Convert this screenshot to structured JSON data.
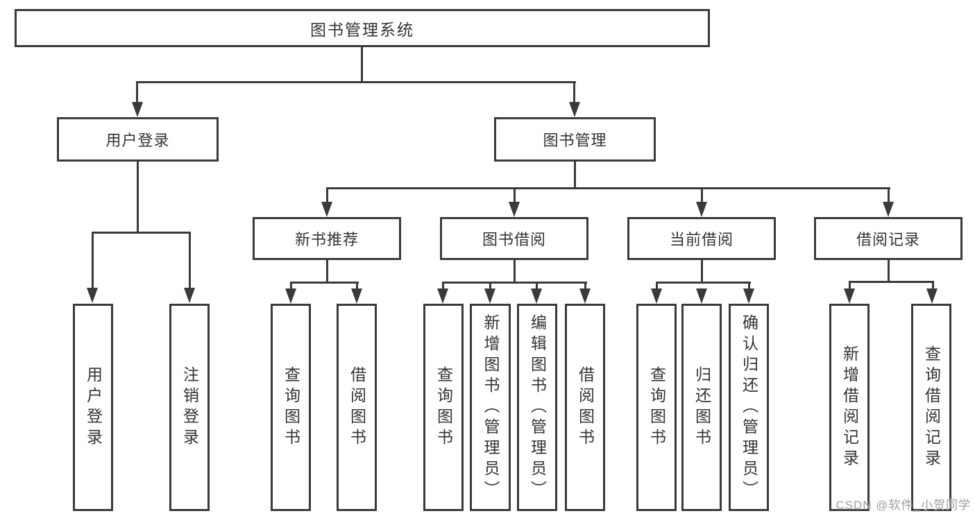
{
  "diagram": {
    "root": "图书管理系统",
    "branches": [
      {
        "label": "用户登录",
        "children": [
          {
            "label": "用户登录"
          },
          {
            "label": "注销登录"
          }
        ]
      },
      {
        "label": "图书管理",
        "children": [
          {
            "label": "新书推荐",
            "children": [
              {
                "label": "查询图书"
              },
              {
                "label": "借阅图书"
              }
            ]
          },
          {
            "label": "图书借阅",
            "children": [
              {
                "label": "查询图书"
              },
              {
                "label": "新增图书（管理员）"
              },
              {
                "label": "编辑图书（管理员）"
              },
              {
                "label": "借阅图书"
              }
            ]
          },
          {
            "label": "当前借阅",
            "children": [
              {
                "label": "查询图书"
              },
              {
                "label": "归还图书"
              },
              {
                "label": "确认归还（管理员）"
              }
            ]
          },
          {
            "label": "借阅记录",
            "children": [
              {
                "label": "新增借阅记录"
              },
              {
                "label": "查询借阅记录"
              }
            ]
          }
        ]
      }
    ]
  },
  "watermark": {
    "text": "CSDN @软件_小贺同学"
  },
  "colors": {
    "line": "#3a3a3a",
    "text": "#333333",
    "background": "#ffffff",
    "watermark": "#9e9e9e"
  }
}
